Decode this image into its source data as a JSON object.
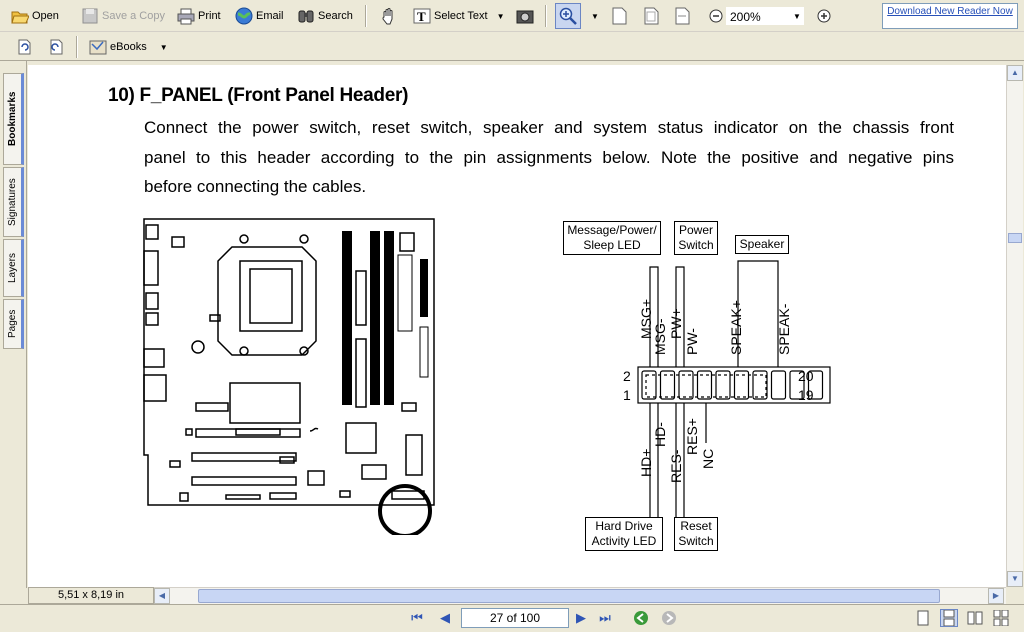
{
  "toolbar1": {
    "open": "Open",
    "save_copy": "Save a Copy",
    "print": "Print",
    "email": "Email",
    "search": "Search",
    "select_text": "Select Text",
    "zoom": "200%",
    "download_reader": "Download New Reader Now"
  },
  "toolbar2": {
    "ebooks": "eBooks"
  },
  "side_tabs": [
    "Bookmarks",
    "Signatures",
    "Layers",
    "Pages"
  ],
  "doc": {
    "heading": "10)   F_PANEL (Front Panel Header)",
    "para": [
      "Connect the power switch, reset switch, speaker and system status indicator on the chassis front",
      "panel to this header according to the pin assignments below. Note the positive and negative pins",
      "before connecting the cables."
    ]
  },
  "diagram": {
    "labels": {
      "msg_led": "Message/Power/\nSleep LED",
      "power_switch": "Power\nSwitch",
      "speaker": "Speaker",
      "hd_led": "Hard Drive\nActivity LED",
      "reset_switch": "Reset\nSwitch"
    },
    "top_pins": [
      "MSG+",
      "MSG-",
      "PW+",
      "PW-",
      "SPEAK+",
      "SPEAK-"
    ],
    "bottom_pins": [
      "HD+",
      "HD-",
      "RES-",
      "RES+",
      "NC"
    ],
    "pin_numbers": {
      "tl": "2",
      "bl": "1",
      "tr": "20",
      "br": "19"
    }
  },
  "status": {
    "page_size": "5,51 x 8,19 in",
    "page_field": "27 of 100"
  }
}
